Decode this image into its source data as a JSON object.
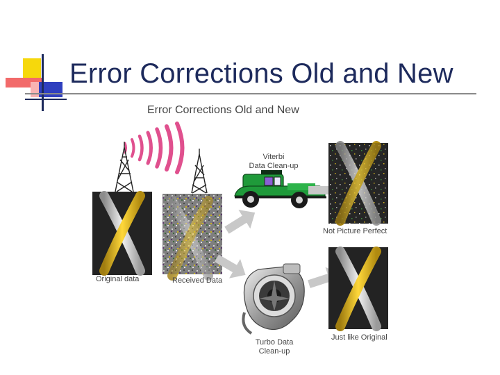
{
  "slide": {
    "title": "Error Corrections Old and New"
  },
  "figure": {
    "heading": "Error Corrections Old and New",
    "original_label": "Original data",
    "received_label": "Received Data",
    "viterbi_label_line1": "Viterbi",
    "viterbi_label_line2": "Data Clean-up",
    "turbo_label_line1": "Turbo Data",
    "turbo_label_line2": "Clean-up",
    "viterbi_result_label": "Not Picture Perfect",
    "turbo_result_label": "Just like Original"
  },
  "colors": {
    "title": "#1d2a5c",
    "signal": "#e0508e",
    "accent_yellow": "#f5d200",
    "accent_blue": "#2f3fbf",
    "accent_red": "#ef6b6b",
    "car_green": "#1f9a3a"
  }
}
